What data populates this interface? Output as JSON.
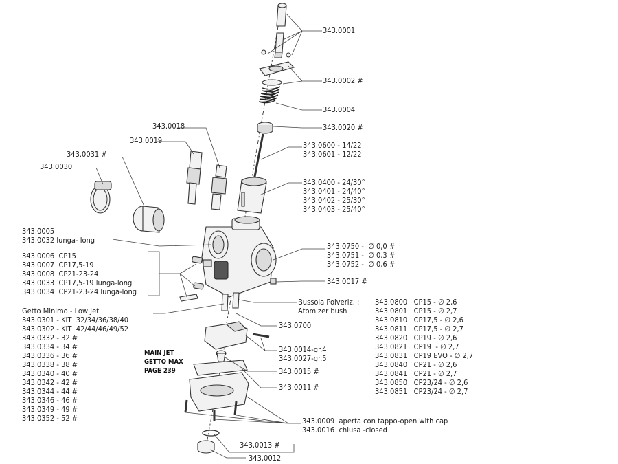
{
  "labels": {
    "p0001": "343.0001",
    "p0002": "343.0002 #",
    "p0004": "343.0004",
    "p0020": "343.0020 #",
    "p0018": "343.0018",
    "p0019": "343.0019",
    "p0031": "343.0031 #",
    "p0030": "343.0030",
    "p0600_block": "343.0600 - 14/22\n343.0601 - 12/22",
    "p0400_block": "343.0400 - 24/30°\n343.0401 - 24/40°\n343.0402 - 25/30°\n343.0403 - 25/40°",
    "p0005_block": "343.0005\n343.0032 lunga- long",
    "cp_block": "343.0006  CP15\n343.0007  CP17,5-19\n343.0008  CP21-23-24\n343.0033  CP17,5-19 lunga-long\n343.0034  CP21-23-24 lunga-long",
    "p0750_block": "343.0750 -  ∅ 0,0 #\n343.0751 -  ∅ 0,3 #\n343.0752 -  ∅ 0,6 #",
    "p0017": "343.0017 #",
    "bussola_block": "Bussola Polveriz. :\nAtomizer bush",
    "atomizer_table": "343.0800   CP15 - ∅ 2,6\n343.0801   CP15 - ∅ 2,7\n343.0810   CP17,5 - ∅ 2,6\n343.0811   CP17,5 - ∅ 2,7\n343.0820   CP19 - ∅ 2,6\n343.0821   CP19  - ∅ 2,7\n343.0831   CP19 EVO - ∅ 2,7\n343.0840   CP21 - ∅ 2,6\n343.0841   CP21 - ∅ 2,7\n343.0850   CP23/24 - ∅ 2,6\n343.0851   CP23/24 - ∅ 2,7",
    "lowjet_block": "Getto Minimo - Low Jet\n343.0301 - KIT  32/34/36/38/40\n343.0302 - KIT  42/44/46/49/52\n343.0332 - 32 #\n343.0334 - 34 #\n343.0336 - 36 #\n343.0338 - 38 #\n343.0340 - 40 #\n343.0342 - 42 #\n343.0344 - 44 #\n343.0346 - 46 #\n343.0349 - 49 #\n343.0352 - 52 #",
    "p0700": "343.0700",
    "p0014_block": "343.0014-gr.4\n343.0027-gr.5",
    "mainjet_block": "MAIN JET\nGETTO MAX\nPAGE 239",
    "p0015": "343.0015 #",
    "p0011": "343.0011 #",
    "p0009_block": "343.0009  aperta con tappo-open with cap\n343.0016  chiusa -closed",
    "p0013": "343.0013 #",
    "p0012": "343.0012"
  }
}
